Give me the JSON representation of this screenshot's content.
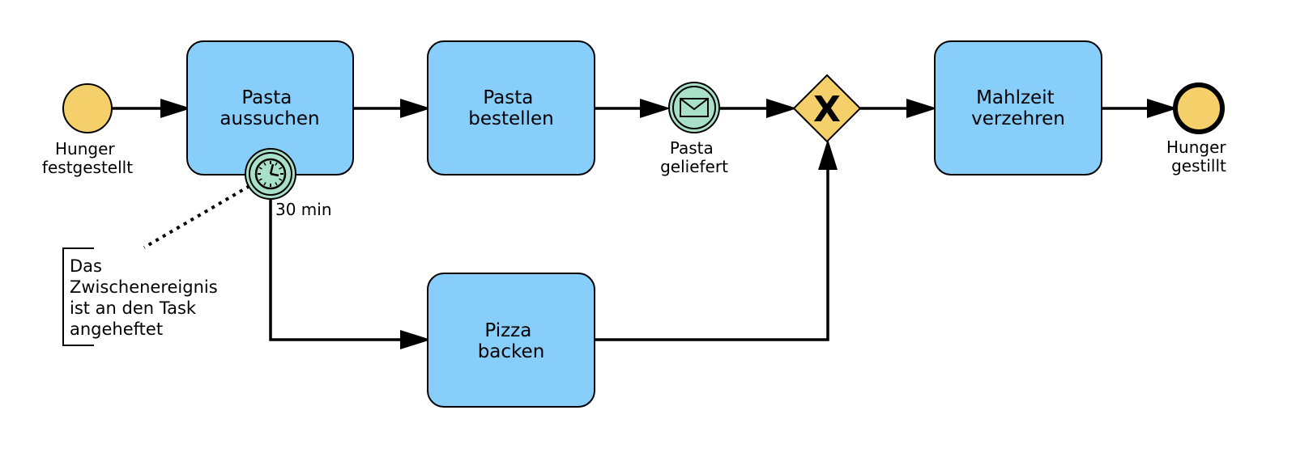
{
  "tasks": {
    "pasta_aussuchen": [
      "Pasta",
      "aussuchen"
    ],
    "pasta_bestellen": [
      "Pasta",
      "bestellen"
    ],
    "mahlzeit_verzehren": [
      "Mahlzeit",
      "verzehren"
    ],
    "pizza_backen": [
      "Pizza",
      "backen"
    ]
  },
  "events": {
    "start": [
      "Hunger",
      "festgestellt"
    ],
    "message": [
      "Pasta",
      "geliefert"
    ],
    "timer": "30 min",
    "end": [
      "Hunger",
      "gestillt"
    ]
  },
  "gateway": {
    "marker": "X"
  },
  "annotation": [
    "Das",
    "Zwischenereignis",
    "ist an den Task",
    "angeheftet"
  ],
  "colors": {
    "task_fill": "#87CEFA",
    "event_fill": "#F5D06A",
    "intermediate_fill": "#A8E0C8",
    "gateway_fill": "#F5D06A",
    "stroke": "#000000"
  },
  "icons": {
    "message": "envelope-icon",
    "timer": "clock-icon"
  }
}
